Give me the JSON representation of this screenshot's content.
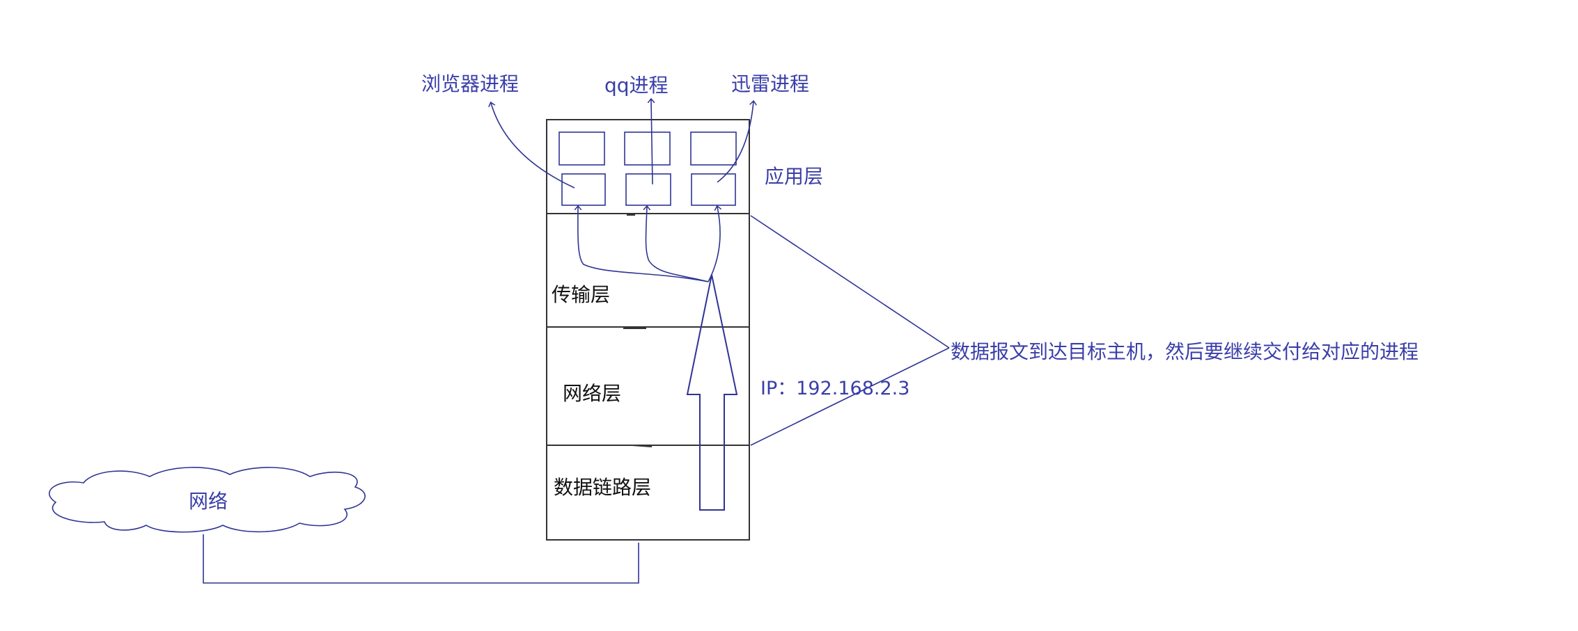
{
  "process_labels": {
    "browser": "浏览器进程",
    "qq": "qq进程",
    "xunlei": "迅雷进程"
  },
  "layers": {
    "application": "应用层",
    "transport": "传输层",
    "network": "网络层",
    "datalink": "数据链路层"
  },
  "network_cloud": "网络",
  "ip_label": "IP：192.168.2.3",
  "annotation": "数据报文到达目标主机，然后要继续交付给对应的进程",
  "colors": {
    "ink_blue": "#3a3ea8",
    "line_blue": "#2e3494",
    "ink_black": "#111111"
  }
}
